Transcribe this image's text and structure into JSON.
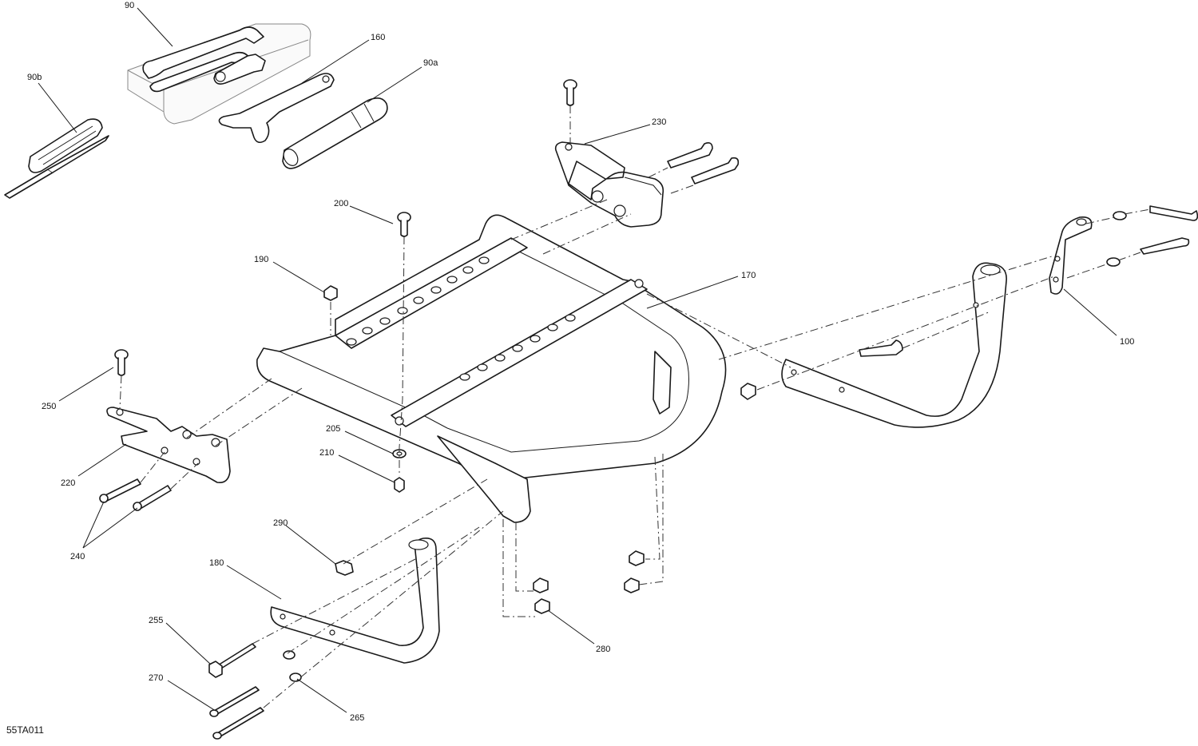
{
  "diagram": {
    "reference_code": "55TA011",
    "callouts": [
      {
        "id": "c90",
        "label": "90"
      },
      {
        "id": "c90b",
        "label": "90b"
      },
      {
        "id": "c160",
        "label": "160"
      },
      {
        "id": "c90a",
        "label": "90a"
      },
      {
        "id": "c230",
        "label": "230"
      },
      {
        "id": "c200",
        "label": "200"
      },
      {
        "id": "c190",
        "label": "190"
      },
      {
        "id": "c170",
        "label": "170"
      },
      {
        "id": "c100",
        "label": "100"
      },
      {
        "id": "c250",
        "label": "250"
      },
      {
        "id": "c205",
        "label": "205"
      },
      {
        "id": "c210",
        "label": "210"
      },
      {
        "id": "c220",
        "label": "220"
      },
      {
        "id": "c240",
        "label": "240"
      },
      {
        "id": "c290",
        "label": "290"
      },
      {
        "id": "c180",
        "label": "180"
      },
      {
        "id": "c255",
        "label": "255"
      },
      {
        "id": "c270",
        "label": "270"
      },
      {
        "id": "c265",
        "label": "265"
      },
      {
        "id": "c280",
        "label": "280"
      }
    ]
  }
}
